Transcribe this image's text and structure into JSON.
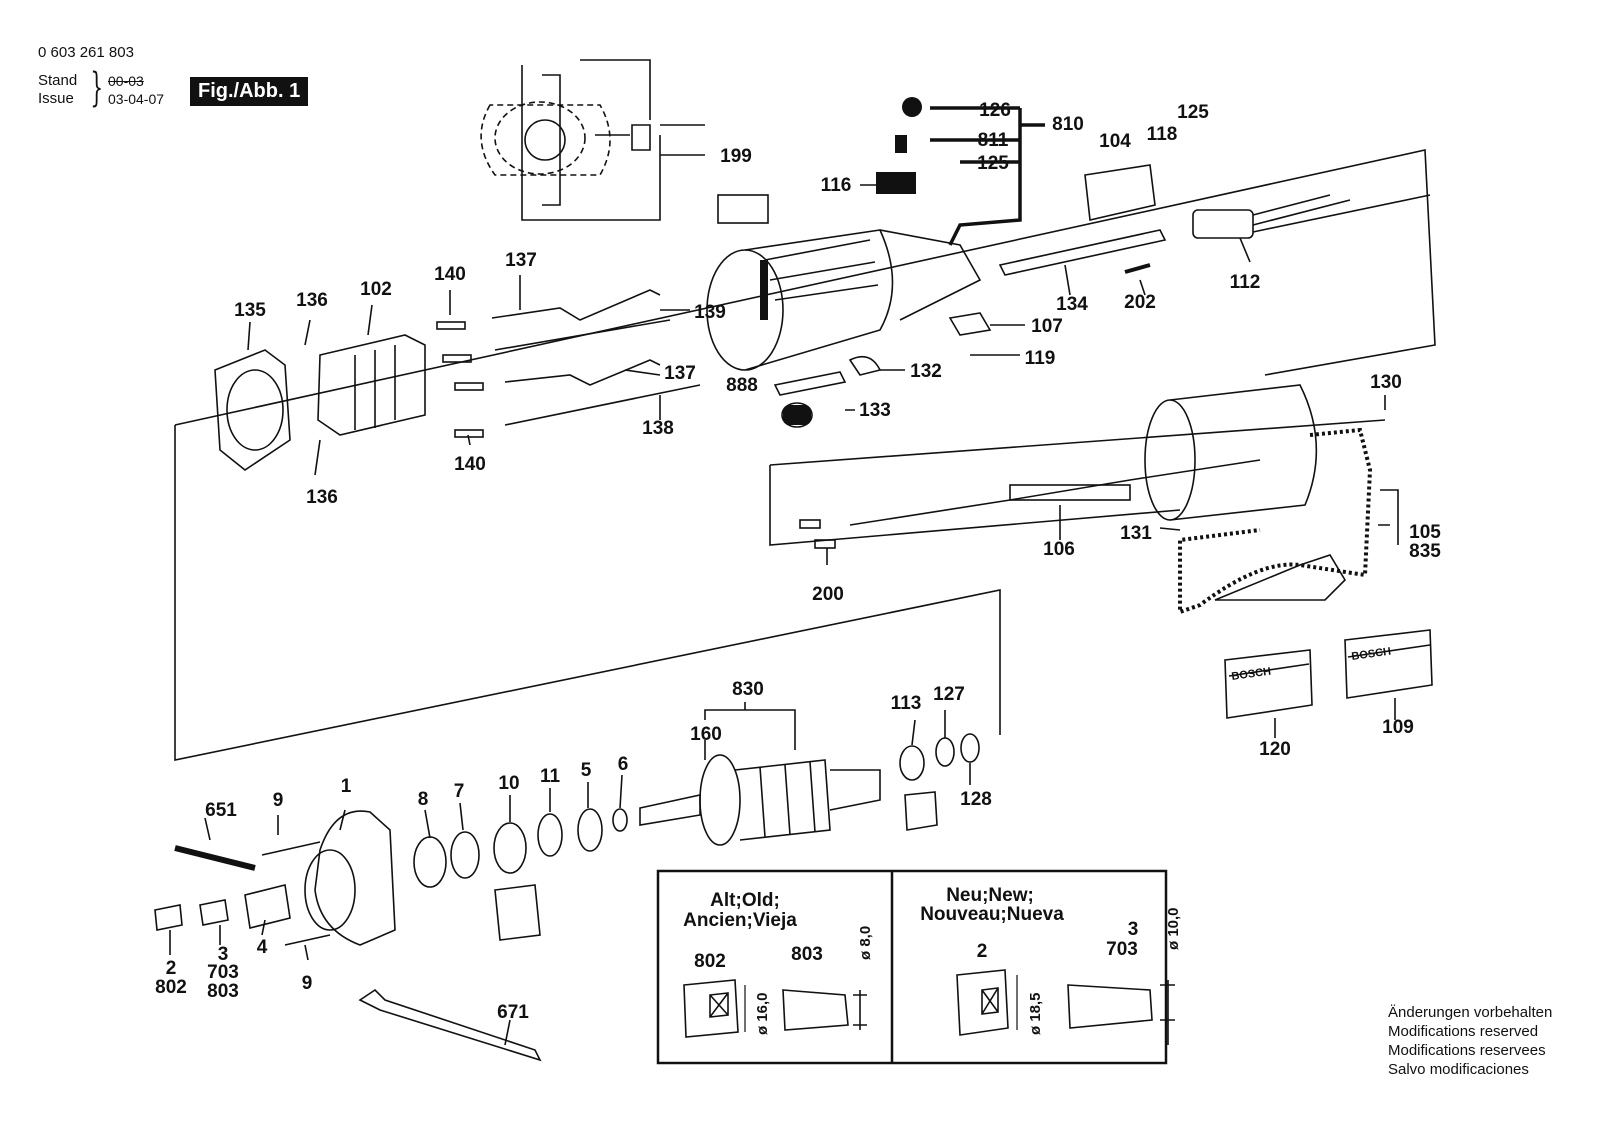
{
  "header": {
    "part_number": "0 603 261 803",
    "stand_label": "Stand",
    "issue_label": "Issue",
    "old_date": "00-03",
    "new_date": "03-04-07",
    "figure_label": "Fig./Abb. 1"
  },
  "callouts": {
    "c126": "126",
    "c811": "811",
    "c125a": "125",
    "c810": "810",
    "c104": "104",
    "c118": "118",
    "c125b": "125",
    "c116": "116",
    "c199": "199",
    "c112": "112",
    "c134": "134",
    "c202": "202",
    "c107": "107",
    "c119": "119",
    "c132": "132",
    "c888": "888",
    "c133": "133",
    "c140a": "140",
    "c137a": "137",
    "c139": "139",
    "c137b": "137",
    "c138": "138",
    "c140b": "140",
    "c135": "135",
    "c136a": "136",
    "c102": "102",
    "c136b": "136",
    "c130": "130",
    "c131": "131",
    "c106": "106",
    "c105": "105",
    "c835": "835",
    "c200": "200",
    "c120": "120",
    "c109": "109",
    "c830": "830",
    "c160": "160",
    "c113": "113",
    "c127": "127",
    "c128": "128",
    "c651": "651",
    "c9a": "9",
    "c1": "1",
    "c8": "8",
    "c7": "7",
    "c10": "10",
    "c11": "11",
    "c5": "5",
    "c6": "6",
    "c2": "2",
    "c802": "802",
    "c3": "3",
    "c703": "703",
    "c803": "803",
    "c4": "4",
    "c9b": "9",
    "c671": "671"
  },
  "labels": {
    "brand_a": "BOSCH",
    "brand_b": "BOSCH"
  },
  "inset": {
    "old_title_1": "Alt;Old;",
    "old_title_2": "Ancien;Vieja",
    "new_title_1": "Neu;New;",
    "new_title_2": "Nouveau;Nueva",
    "old_nut": "802",
    "old_collet": "803",
    "old_dim_nut": "ø 16,0",
    "old_dim_collet": "ø 8,0",
    "new_nut": "2",
    "new_collet_a": "3",
    "new_collet_b": "703",
    "new_dim_nut": "ø 18,5",
    "new_dim_collet": "ø 10,0"
  },
  "notice": [
    "Änderungen vorbehalten",
    "Modifications reserved",
    "Modifications reservees",
    "Salvo modificaciones"
  ]
}
